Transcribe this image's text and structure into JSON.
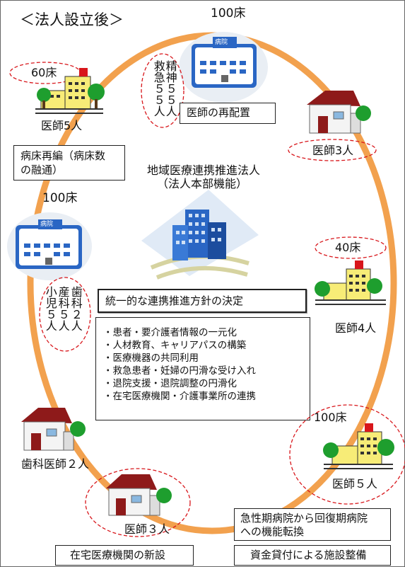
{
  "header": {
    "title": "＜法人設立後＞"
  },
  "top_hospital": {
    "beds": "100床",
    "sign": "病院",
    "staff_col1": "救急５５人",
    "staff_col2": "精神５５人",
    "box_label": "医師の再配置"
  },
  "upper_left_facility": {
    "beds": "60床",
    "doctors": "医師5人"
  },
  "upper_right_facility": {
    "doctors": "医師3人"
  },
  "left_box": {
    "line1": "病床再編（病床数",
    "line2": "の融通）"
  },
  "center": {
    "title_line1": "地域医療連携推進法人",
    "title_line2": "（法人本部機能）",
    "policy_label": "統一的な連携推進方針の決定",
    "policy_items": [
      "・患者・要介護者情報の一元化",
      "・人材教育、キャリアパスの構築",
      "・医療機器の共同利用",
      "・救急患者・妊婦の円滑な受け入れ",
      "・退院支援・退院調整の円滑化",
      "・在宅医療機関・介護事業所の連携"
    ]
  },
  "left_hospital": {
    "beds": "100床",
    "sign": "病院",
    "staff_col1": "小児５人",
    "staff_col2": "産科５人",
    "staff_col3": "歯科２人"
  },
  "mid_right_facility": {
    "beds": "40床",
    "doctors": "医師4人"
  },
  "lower_left_clinic": {
    "doctors": "歯科医師２人"
  },
  "lower_right_facility": {
    "beds": "100床",
    "doctors": "医師５人"
  },
  "bottom_clinic": {
    "doctors": "医師３人"
  },
  "bottom_boxes": {
    "right_upper_line1": "急性期病院から回復期病院",
    "right_upper_line2": "への機能転換",
    "left_label": "在宅医療機関の新設",
    "right_label": "資金貸付による施設整備"
  },
  "colors": {
    "ring": "#F2A14E",
    "dashed": "#D8161B",
    "building_blue": "#2A66C4",
    "tree_green": "#1E9E2E",
    "facility_yellow": "#F7EC77",
    "roof_red": "#8E1A1A"
  }
}
